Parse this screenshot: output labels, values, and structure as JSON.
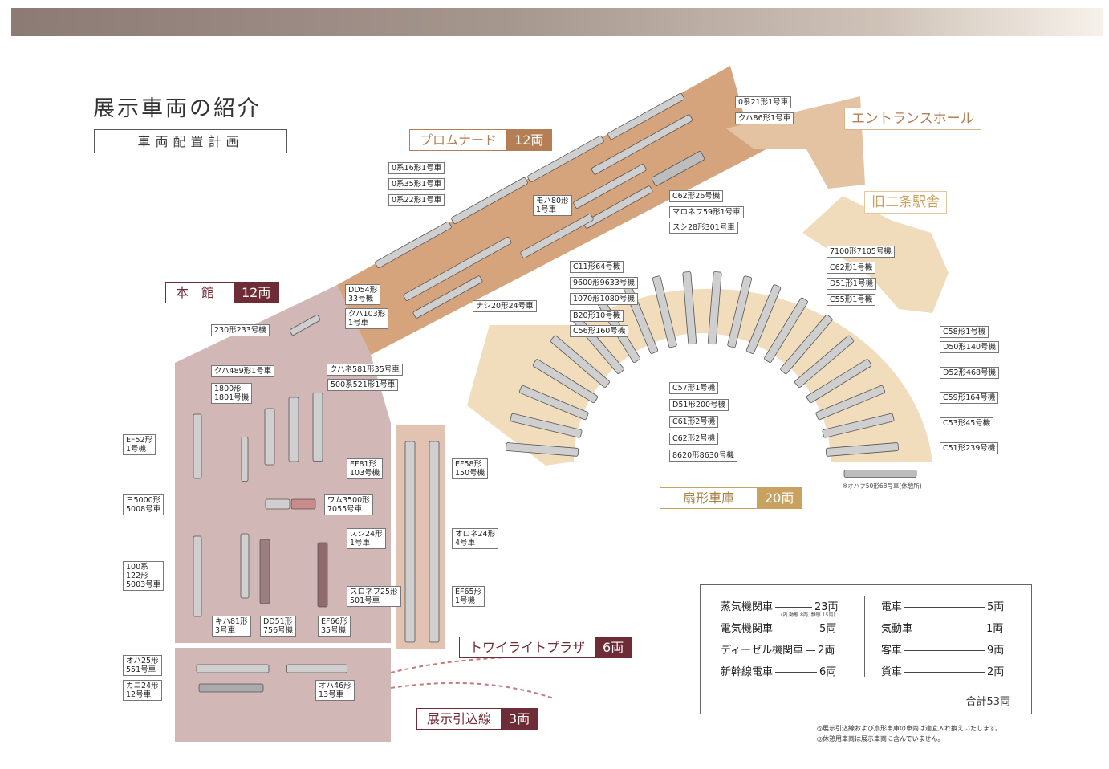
{
  "page": {
    "title": "展示車両の紹介",
    "subtitle": "車両配置計画"
  },
  "zones": {
    "promenade": {
      "name": "プロムナード",
      "count": "12両"
    },
    "honkan": {
      "name": "本　館",
      "count": "12両"
    },
    "fan_shed": {
      "name": "扇形車庫",
      "count": "20両"
    },
    "twilight": {
      "name": "トワイライトプラザ",
      "count": "6両"
    },
    "siding": {
      "name": "展示引込線",
      "count": "3両"
    },
    "entrance": "エントランスホール",
    "old_station": "旧二条駅舎"
  },
  "colors": {
    "promenade_fill": "#d6a47c",
    "honkan_fill": "#d2b7b7",
    "shed_fill": "#f1dcbc",
    "entrance_fill": "#e4c4a3",
    "maroon": "#6e2c36",
    "brown": "#b57e55",
    "gold": "#c9a25f"
  },
  "labels": {
    "promenade": [
      "0系21形1号車",
      "クハ86形1号車",
      "0系16形1号車",
      "0系35形1号車",
      "0系22形1号車",
      "モハ80形\n1号車",
      "C62形26号機",
      "マロネフ59形1号車",
      "スシ28形301号車",
      "DD54形\n33号機",
      "クハ103形\n1号車",
      "ナシ20形24号車"
    ],
    "honkan": [
      "230形233号機",
      "クハ489形1号車",
      "クハネ581形35号車",
      "1800形\n1801号機",
      "500系521形1号車",
      "EF52形\n1号機",
      "ヨ5000形\n5008号車",
      "ワム3500形\n7055号車",
      "100系\n122形\n5003号車",
      "キハ81形\n3号車",
      "DD51形\n756号機",
      "EF66形\n35号機"
    ],
    "twilight": [
      "EF81形\n103号機",
      "EF58形\n150号機",
      "スシ24形\n1号車",
      "オロネ24形\n4号車",
      "スロネフ25形\n501号車",
      "EF65形\n1号機"
    ],
    "siding": [
      "オハ25形\n551号車",
      "カニ24形\n12号車",
      "オハ46形\n13号車"
    ],
    "fan_left": [
      "C11形64号機",
      "9600形9633号機",
      "1070形1080号機",
      "B20形10号機",
      "C56形160号機",
      "C57形1号機",
      "D51形200号機",
      "C61形2号機",
      "C62形2号機",
      "8620形8630号機"
    ],
    "fan_right": [
      "7100形7105号機",
      "C62形1号機",
      "D51形1号機",
      "C55形1号機",
      "C58形1号機",
      "D50形140号機",
      "D52形468号機",
      "C59形164号機",
      "C53形45号機",
      "C51形239号機"
    ],
    "rest_note": "※オハフ50形68号車(休憩所)"
  },
  "summary": {
    "left": [
      {
        "name": "蒸気機関車",
        "count": "23両"
      },
      {
        "name": "電気機関車",
        "count": "5両"
      },
      {
        "name": "ディーゼル機関車",
        "count": "2両"
      },
      {
        "name": "新幹線電車",
        "count": "6両"
      }
    ],
    "steam_note": "(内,動態 8両, 静態 15両)",
    "right": [
      {
        "name": "電車",
        "count": "5両"
      },
      {
        "name": "気動車",
        "count": "1両"
      },
      {
        "name": "客車",
        "count": "9両"
      },
      {
        "name": "貨車",
        "count": "2両"
      }
    ],
    "total": "合計53両"
  },
  "footnotes": [
    "◎展示引込線および扇形車庫の車両は適宜入れ換えいたします。",
    "◎休憩用車両は展示車両に含んでいません。"
  ]
}
